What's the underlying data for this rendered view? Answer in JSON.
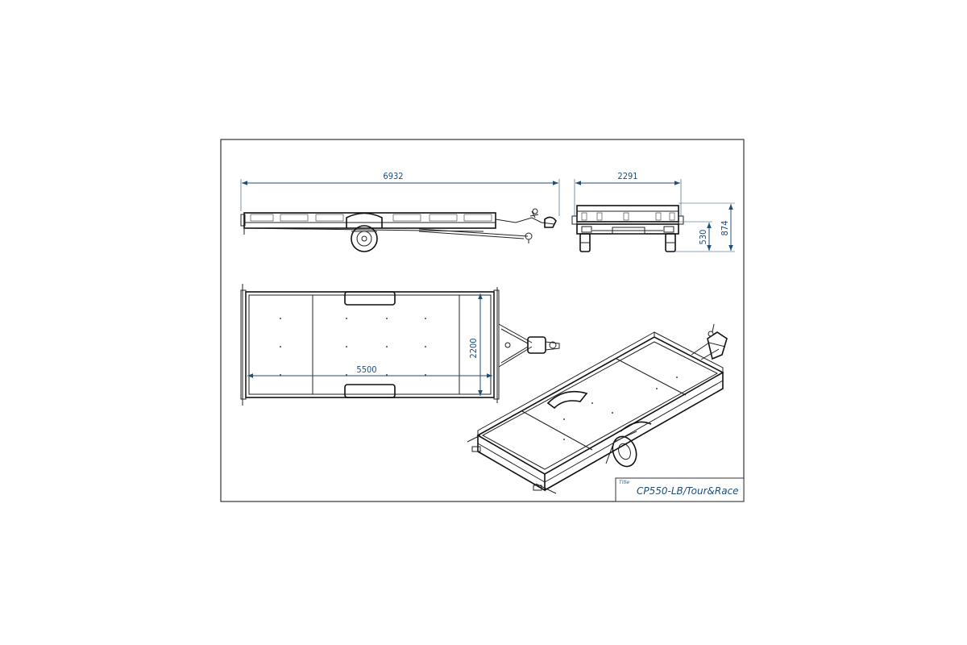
{
  "drawing": {
    "title_label": "Title",
    "title_value": "CP550-LB/Tour&Race"
  },
  "dimensions": {
    "overall_length": "6932",
    "overall_width": "2291",
    "platform_height": "530",
    "overall_height": "874",
    "platform_length": "5500",
    "platform_width": "2200"
  },
  "colors": {
    "dimension": "#1f4e79",
    "linework": "#222222",
    "border": "#333333"
  }
}
